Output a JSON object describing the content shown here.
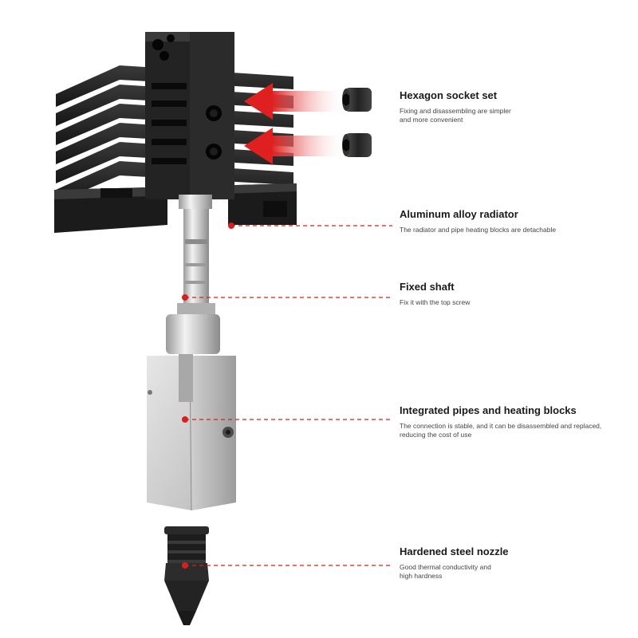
{
  "callouts": [
    {
      "title": "Hexagon socket set",
      "description": "Fixing and disassembling are simpler and more convenient"
    },
    {
      "title": "Aluminum alloy radiator",
      "description": "The radiator and pipe heating blocks are detachable"
    },
    {
      "title": "Fixed shaft",
      "description": "Fix it with the top screw"
    },
    {
      "title": "Integrated pipes and heating blocks",
      "description": "The connection is stable, and it can be disassembled and replaced, reducing the cost of use"
    },
    {
      "title": "Hardened steel nozzle",
      "description": "Good thermal conductivity and high hardness"
    }
  ],
  "colors": {
    "accent": "#d42020",
    "heatsink": "#1e1e1e",
    "steel": "#c8c8c8",
    "nozzle": "#2a2a2a"
  },
  "icons": [
    "hexagon-socket-screw",
    "arrow-right-to-left"
  ]
}
